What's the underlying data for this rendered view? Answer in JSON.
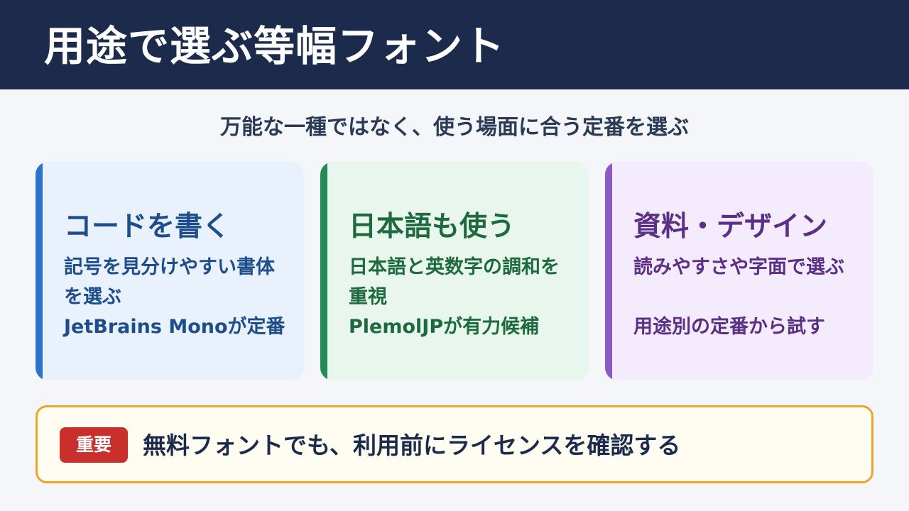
{
  "header": {
    "title": "用途で選ぶ等幅フォント"
  },
  "subtitle": "万能な一種ではなく、使う場面に合う定番を選ぶ",
  "cards": [
    {
      "title": "コードを書く",
      "description": "記号を見分けやすい書体を選ぶ",
      "note": "JetBrains Monoが定番",
      "accent_color": "#2a74c9"
    },
    {
      "title": "日本語も使う",
      "description": "日本語と英数字の調和を重視",
      "note": "PlemolJPが有力候補",
      "accent_color": "#238c55"
    },
    {
      "title": "資料・デザイン",
      "description": "読みやすさや字面で選ぶ",
      "note": "用途別の定番から試す",
      "accent_color": "#8b5ac7"
    }
  ],
  "callout": {
    "badge": "重要",
    "text": "無料フォントでも、利用前にライセンスを確認する",
    "border_color": "#eda52a",
    "badge_color": "#c9302c"
  },
  "colors": {
    "header_bg": "#1c2b4b",
    "page_bg": "#f4f6fa"
  }
}
